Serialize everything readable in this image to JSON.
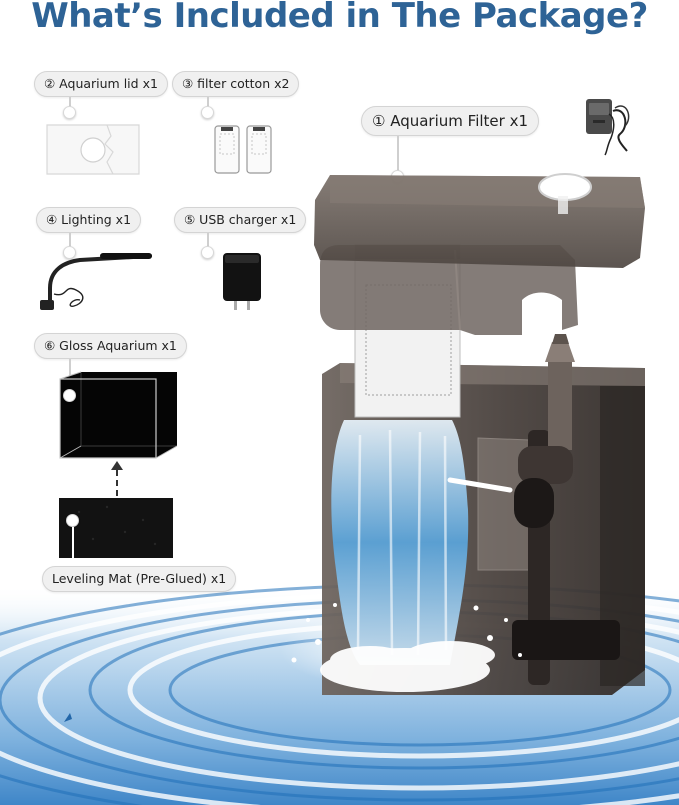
{
  "headline": "What’s Included in The Package?",
  "colors": {
    "accent": "#2e6396",
    "water": "#3a8fd0",
    "filter_body": "#5b524d",
    "tank": "#0a0a0a"
  },
  "items": [
    {
      "label": "① Aquarium Filter x1"
    },
    {
      "label": "② Aquarium lid x1"
    },
    {
      "label": "③ filter cotton x2"
    },
    {
      "label": "④ Lighting x1"
    },
    {
      "label": "⑤ USB charger x1"
    },
    {
      "label": "⑥ Gloss Aquarium x1"
    },
    {
      "label": "Leveling Mat (Pre-Glued) x1"
    }
  ],
  "icons": {
    "lid": "aquarium-lid-icon",
    "cotton": "filter-cotton-icon",
    "light": "gooseneck-light-icon",
    "charger": "usb-charger-icon",
    "tank": "glass-tank-icon",
    "mat": "leveling-mat-icon",
    "adapter": "power-adapter-icon",
    "filter": "hang-on-filter-icon"
  }
}
